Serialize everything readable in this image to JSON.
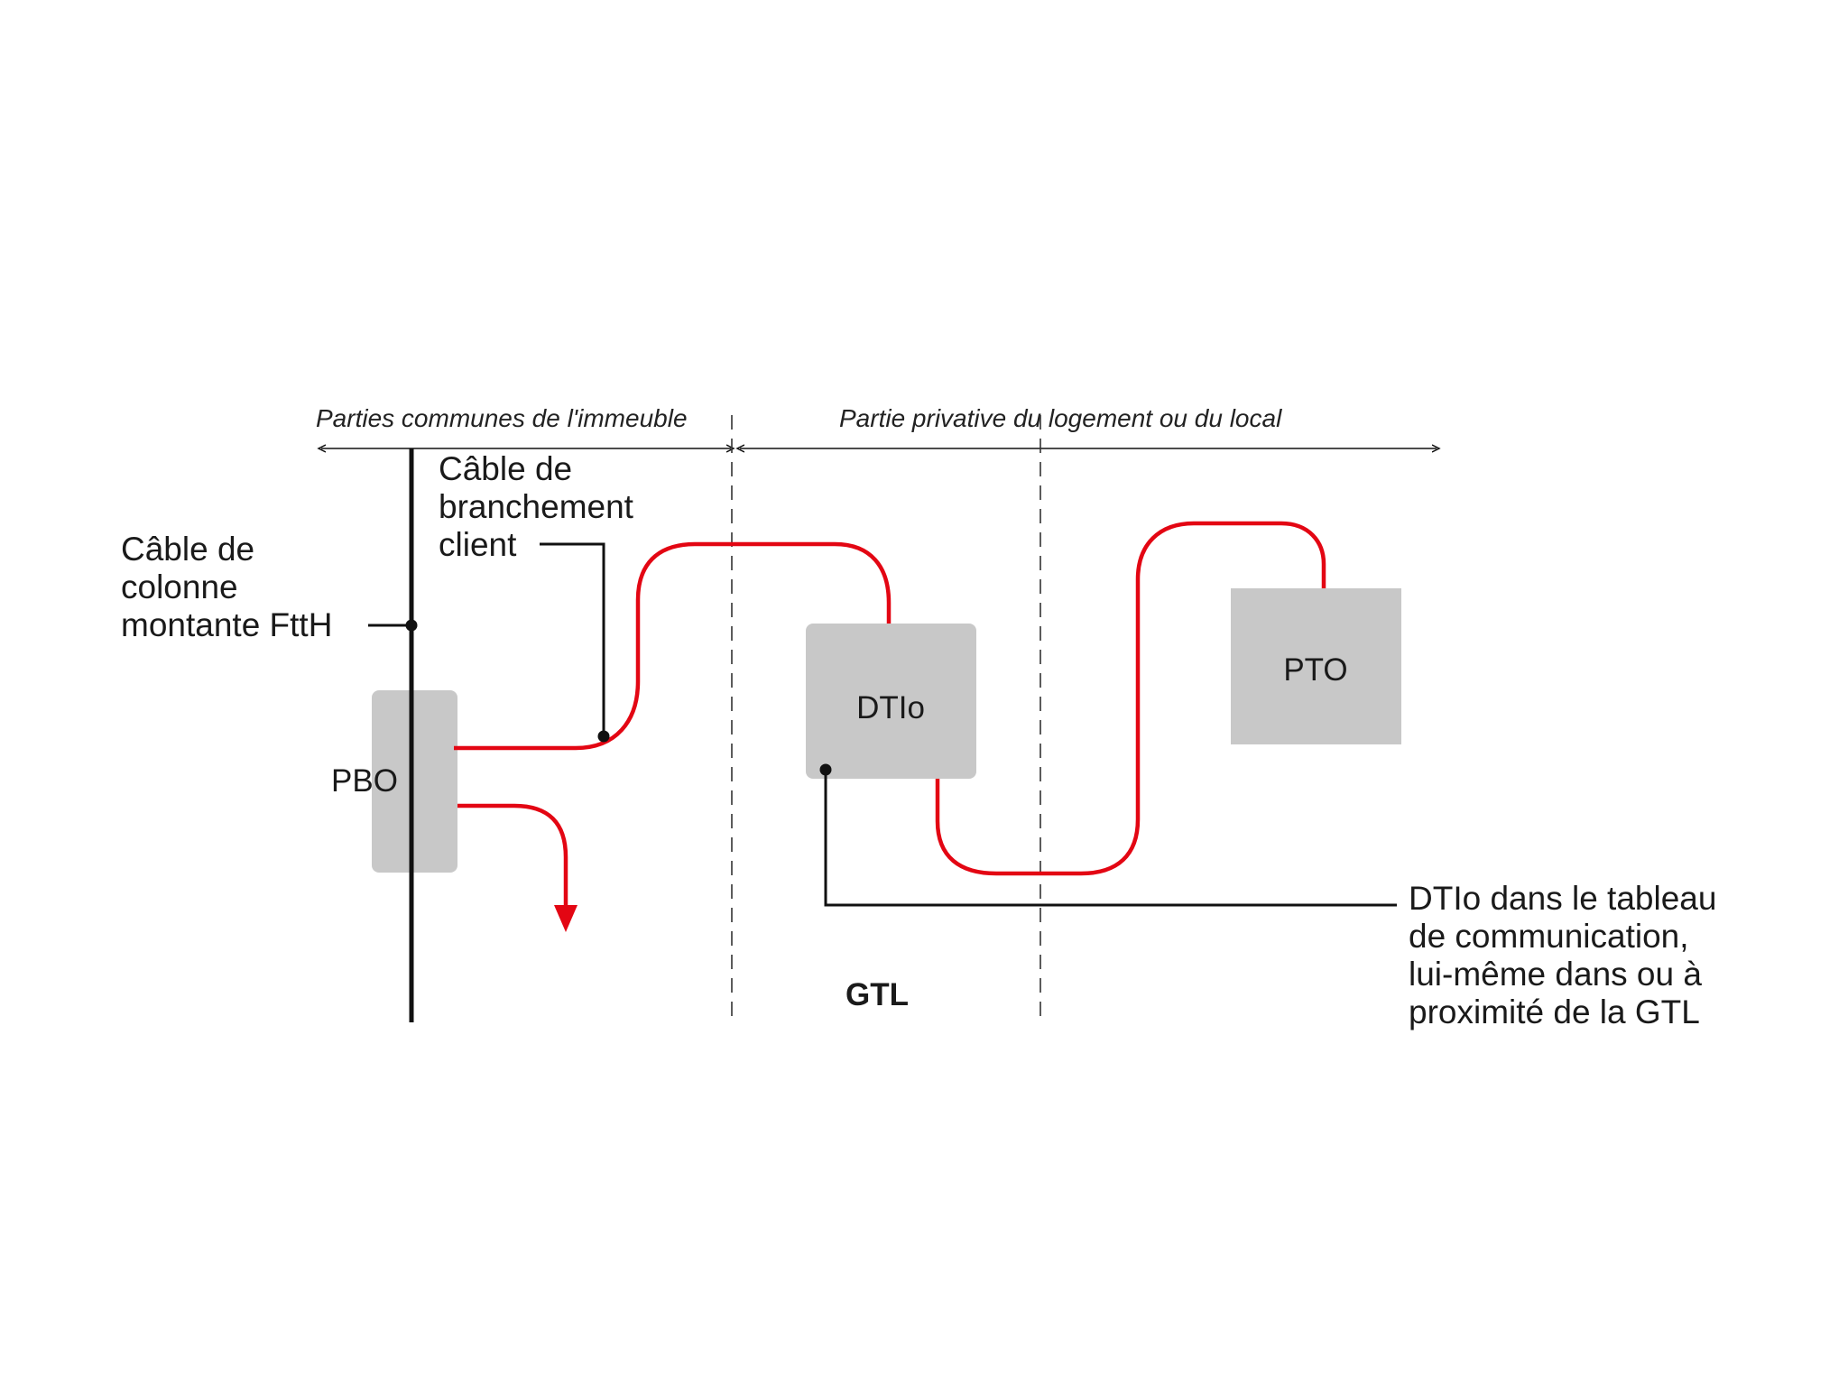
{
  "zones": {
    "common": "Parties communes de l'immeuble",
    "private": "Partie privative du logement ou du local"
  },
  "labels": {
    "riser_cable": [
      "Câble de",
      "colonne",
      "montante FttH"
    ],
    "drop_cable": [
      "Câble de",
      "branchement",
      "client"
    ],
    "dtio_note": [
      "DTIo dans le tableau",
      "de communication,",
      "lui-même dans ou à",
      "proximité de la GTL"
    ],
    "gtl": "GTL"
  },
  "boxes": {
    "pbo": "PBO",
    "dtio": "DTIo",
    "pto": "PTO"
  },
  "colors": {
    "fiber": "#e30613",
    "box": "#c8c8c8",
    "line": "#111111",
    "text": "#1a1a1a"
  }
}
